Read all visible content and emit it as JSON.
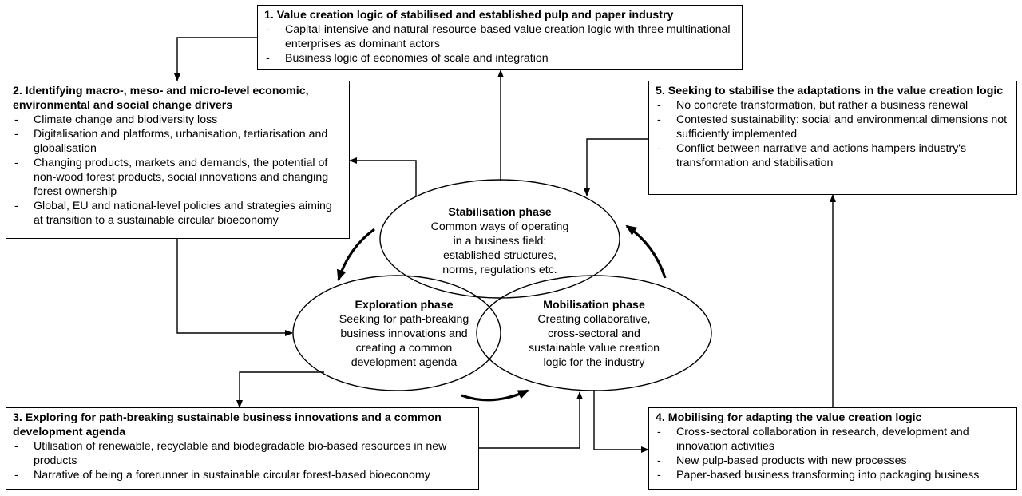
{
  "boxes": {
    "box1": {
      "title": "1. Value creation logic of stabilised and established pulp and paper industry",
      "items": [
        "Capital-intensive and natural-resource-based value creation logic with three multinational enterprises as dominant actors",
        "Business logic of economies of scale and integration"
      ]
    },
    "box2": {
      "title": "2. Identifying macro-, meso- and micro-level economic, environmental and social change drivers",
      "items": [
        "Climate change and biodiversity loss",
        "Digitalisation and platforms, urbanisation, tertiarisation and globalisation",
        "Changing products, markets and demands, the potential of non-wood forest products, social innovations and changing forest ownership",
        "Global, EU and national-level policies and strategies aiming at transition to a sustainable circular bioeconomy"
      ]
    },
    "box3": {
      "title": "3. Exploring for path-breaking sustainable business innovations and a common development agenda",
      "items": [
        "Utilisation of renewable, recyclable and biodegradable bio-based resources in new products",
        "Narrative of being a forerunner in sustainable circular forest-based bioeconomy"
      ]
    },
    "box4": {
      "title": "4. Mobilising for adapting the value creation logic",
      "items": [
        "Cross-sectoral collaboration in research, development and innovation activities",
        "New pulp-based products with new processes",
        "Paper-based business transforming into packaging business"
      ]
    },
    "box5": {
      "title": "5. Seeking to stabilise the adaptations in the value creation logic",
      "items": [
        "No concrete transformation, but rather a business renewal",
        "Contested sustainability: social and environmental dimensions not sufficiently implemented",
        "Conflict between narrative and actions hampers industry's transformation and stabilisation"
      ]
    }
  },
  "phases": {
    "stabilisation": {
      "title": "Stabilisation phase",
      "lines": [
        "Common ways of operating",
        "in a business field:",
        "established structures,",
        "norms, regulations etc."
      ]
    },
    "exploration": {
      "title": "Exploration phase",
      "lines": [
        "Seeking for path-breaking",
        "business innovations and",
        "creating a common",
        "development agenda"
      ]
    },
    "mobilisation": {
      "title": "Mobilisation phase",
      "lines": [
        "Creating collaborative,",
        "cross-sectoral and",
        "sustainable value creation",
        "logic for the industry"
      ]
    }
  },
  "colors": {
    "stroke": "#000000",
    "background": "#ffffff"
  }
}
